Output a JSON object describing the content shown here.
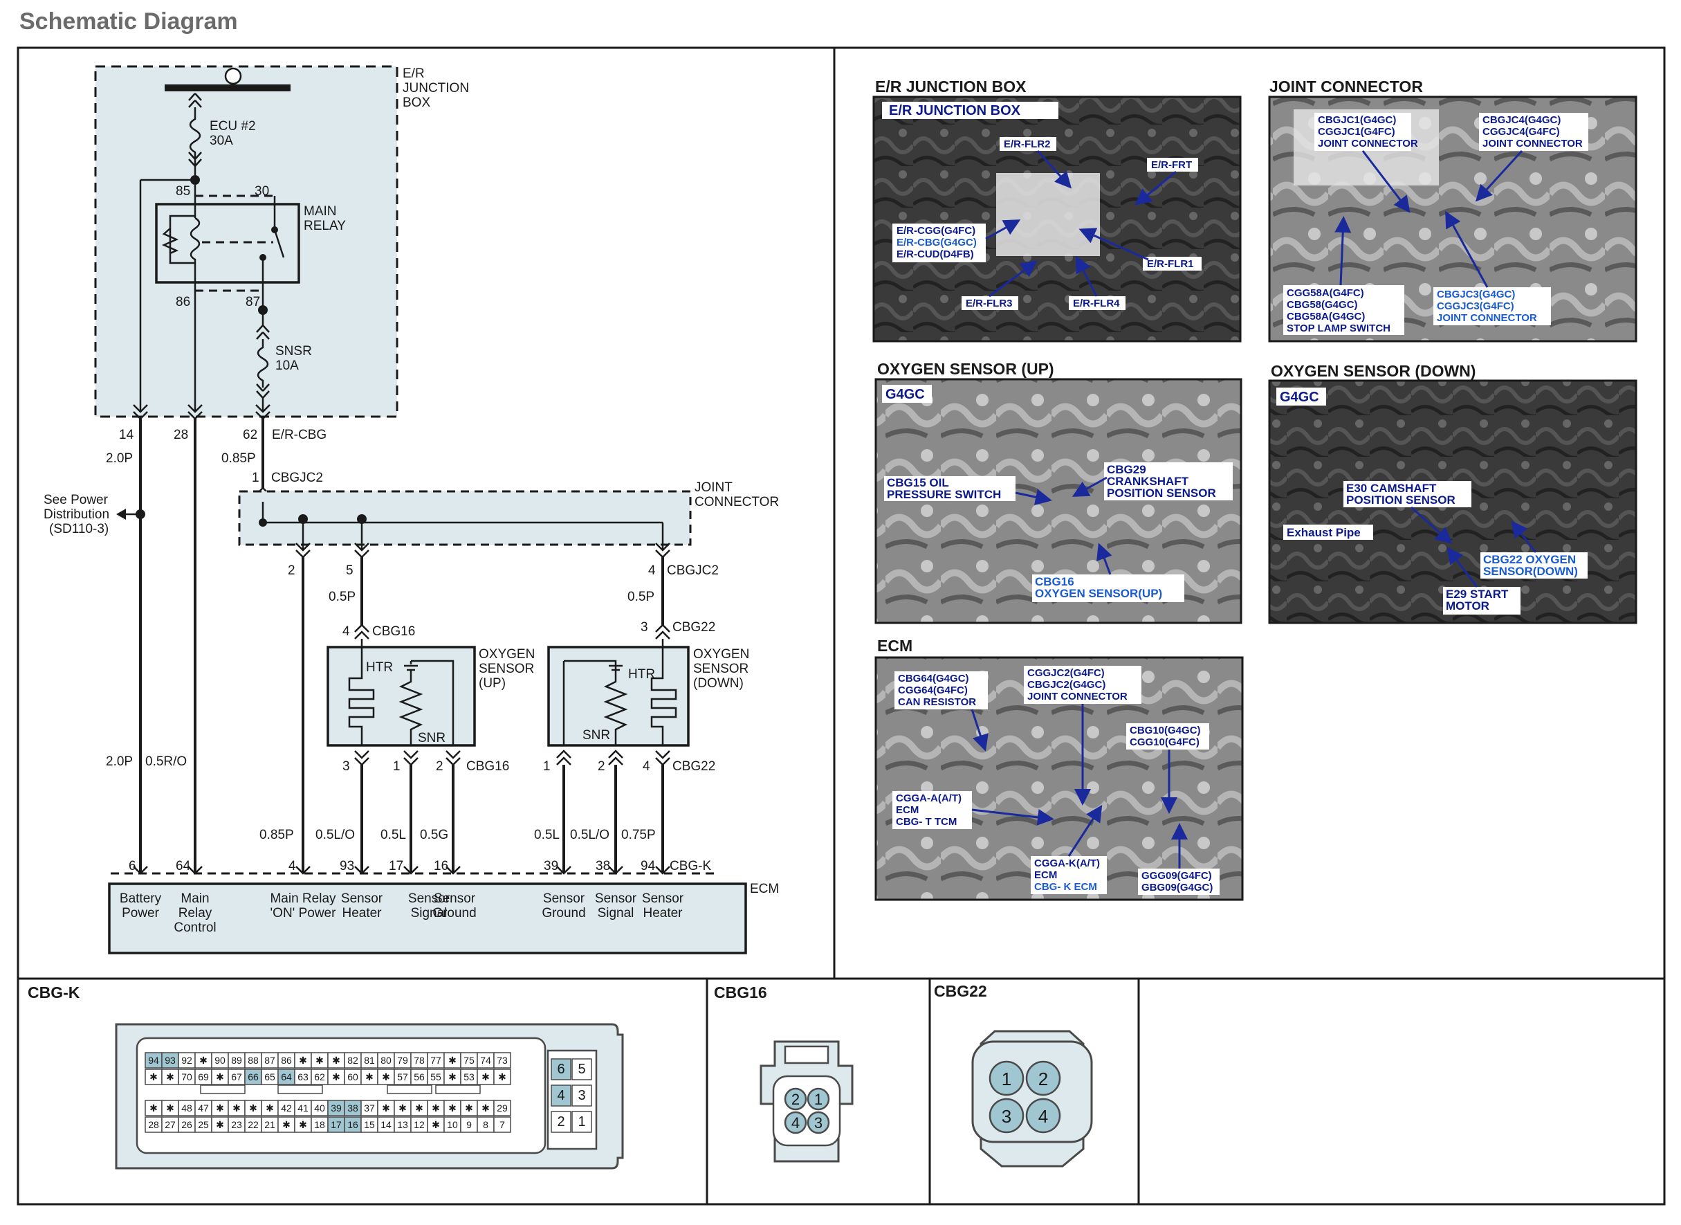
{
  "page": {
    "title": "Schematic Diagram"
  },
  "schematic": {
    "junction_box_label": [
      "E/R",
      "JUNCTION",
      "BOX"
    ],
    "fuse1": [
      "ECU #2",
      "30A"
    ],
    "fuse2": [
      "SNSR",
      "10A"
    ],
    "relay_label": [
      "MAIN",
      "RELAY"
    ],
    "relay_pins": {
      "p85": "85",
      "p30": "30",
      "p86": "86",
      "p87": "87"
    },
    "jb_pins": {
      "p14": "14",
      "p28": "28",
      "p62": "62",
      "conn": "E/R-CBG"
    },
    "wire_top": {
      "w1": "2.0P",
      "w2": "0.85P"
    },
    "cbgjc2_top": {
      "pin": "1",
      "name": "CBGJC2"
    },
    "joint_label": [
      "JOINT",
      "CONNECTOR"
    ],
    "power_dist": [
      "See Power",
      "Distribution",
      "(SD110-3)"
    ],
    "joint_pins": {
      "p2": "2",
      "p5": "5",
      "p4": "4",
      "name": "CBGJC2"
    },
    "wire_mid": {
      "w1": "0.5P",
      "w2": "0.5P"
    },
    "o2up": {
      "top_pin": "4",
      "top_conn": "CBG16",
      "label": [
        "OXYGEN",
        "SENSOR",
        "(UP)"
      ],
      "htr": "HTR",
      "snr": "SNR",
      "bottom_pins": [
        "3",
        "1",
        "2"
      ],
      "bottom_conn": "CBG16"
    },
    "o2down": {
      "top_pin": "3",
      "top_conn": "CBG22",
      "label": [
        "OXYGEN",
        "SENSOR",
        "(DOWN)"
      ],
      "htr": "HTR",
      "snr": "SNR",
      "bottom_pins": [
        "1",
        "2",
        "4"
      ],
      "bottom_conn": "CBG22"
    },
    "wire_lower": {
      "w1": "2.0P",
      "w2": "0.5R/O"
    },
    "wire_bottom": [
      "0.85P",
      "0.5L/O",
      "0.5L",
      "0.5G",
      "0.5L",
      "0.5L/O",
      "0.75P"
    ],
    "ecm_pins": [
      "6",
      "64",
      "4",
      "93",
      "17",
      "16",
      "39",
      "38",
      "94"
    ],
    "ecm_conn": "CBG-K",
    "ecm_label": "ECM",
    "ecm_fn": [
      [
        "Battery",
        "Power"
      ],
      [
        "Main",
        "Relay",
        "Control"
      ],
      [
        "Main Relay",
        "'ON' Power"
      ],
      [
        "Sensor",
        "Heater"
      ],
      [
        "Sensor",
        "Signal"
      ],
      [
        "Sensor",
        "Ground"
      ],
      [
        "Sensor",
        "Ground"
      ],
      [
        "Sensor",
        "Signal"
      ],
      [
        "Sensor",
        "Heater"
      ]
    ]
  },
  "photos": {
    "jb": {
      "heading": "E/R JUNCTION BOX",
      "banner": "E/R JUNCTION BOX",
      "c1": "E/R-FLR2",
      "c2": "E/R-FRT",
      "c3": "E/R-CGG(G4FC)",
      "c3b": "E/R-CBG(G4GC)",
      "c3c": "E/R-CUD(D4FB)",
      "c4": "E/R-FLR1",
      "c5": "E/R-FLR3",
      "c6": "E/R-FLR4"
    },
    "joint": {
      "heading": "JOINT CONNECTOR",
      "c1": [
        "CBGJC1(G4GC)",
        "CGGJC1(G4FC)",
        "JOINT CONNECTOR"
      ],
      "c2": [
        "CBGJC4(G4GC)",
        "CGGJC4(G4FC)",
        "JOINT CONNECTOR"
      ],
      "c3": [
        "CGG58A(G4FC)",
        "CBG58(G4GC)",
        "CBG58A(G4GC)",
        "STOP LAMP SWITCH"
      ],
      "c4": [
        "CBGJC3(G4GC)",
        "CGGJC3(G4FC)",
        "JOINT CONNECTOR"
      ]
    },
    "o2up": {
      "heading": "OXYGEN SENSOR (UP)",
      "banner": "G4GC",
      "c1": [
        "CBG15 OIL",
        "PRESSURE SWITCH"
      ],
      "c2": [
        "CBG29",
        "CRANKSHAFT",
        "POSITION SENSOR"
      ],
      "c3": [
        "CBG16",
        "OXYGEN SENSOR(UP)"
      ]
    },
    "o2down": {
      "heading": "OXYGEN SENSOR (DOWN)",
      "banner": "G4GC",
      "c1": [
        "E30 CAMSHAFT",
        "POSITION SENSOR"
      ],
      "c2": "Exhaust Pipe",
      "c3": [
        "CBG22 OXYGEN",
        "SENSOR(DOWN)"
      ],
      "c4": [
        "E29 START",
        "MOTOR"
      ]
    },
    "ecm": {
      "heading": "ECM",
      "c1": [
        "CBG64(G4GC)",
        "CGG64(G4FC)",
        "CAN RESISTOR"
      ],
      "c2": [
        "CGGJC2(G4FC)",
        "CBGJC2(G4GC)",
        "JOINT CONNECTOR"
      ],
      "c3": [
        "CBG10(G4GC)",
        "CGG10(G4FC)"
      ],
      "c4": [
        "CGGA-A(A/T)",
        "ECM",
        "CBG- T TCM"
      ],
      "c5": [
        "CGGA-K(A/T)",
        "ECM",
        "CBG- K ECM"
      ],
      "c6": [
        "GGG09(G4FC)",
        "GBG09(G4GC)"
      ]
    }
  },
  "connectors": {
    "cbgk": {
      "title": "CBG-K",
      "row1": [
        "94",
        "93",
        "92",
        "✱",
        "90",
        "89",
        "88",
        "87",
        "86",
        "✱",
        "✱",
        "✱",
        "82",
        "81",
        "80",
        "79",
        "78",
        "77",
        "✱",
        "75",
        "74",
        "73"
      ],
      "row2": [
        "✱",
        "✱",
        "70",
        "69",
        "✱",
        "67",
        "66",
        "65",
        "64",
        "63",
        "62",
        "✱",
        "60",
        "✱",
        "✱",
        "57",
        "56",
        "55",
        "✱",
        "53",
        "✱",
        "✱"
      ],
      "row3": [
        "✱",
        "✱",
        "48",
        "47",
        "✱",
        "✱",
        "✱",
        "✱",
        "42",
        "41",
        "40",
        "39",
        "38",
        "37",
        "✱",
        "✱",
        "✱",
        "✱",
        "✱",
        "✱",
        "✱",
        "29"
      ],
      "row4": [
        "28",
        "27",
        "26",
        "25",
        "✱",
        "23",
        "22",
        "21",
        "✱",
        "✱",
        "18",
        "17",
        "16",
        "15",
        "14",
        "13",
        "12",
        "✱",
        "10",
        "9",
        "8",
        "7"
      ],
      "side": [
        "6",
        "5",
        "4",
        "3",
        "2",
        "1"
      ],
      "hl": [
        "94",
        "93",
        "66",
        "64",
        "39",
        "38",
        "17",
        "16",
        "6",
        "4"
      ]
    },
    "cbg16": {
      "title": "CBG16",
      "pins": [
        "2",
        "1",
        "4",
        "3"
      ]
    },
    "cbg22": {
      "title": "CBG22",
      "pins": [
        "1",
        "2",
        "3",
        "4"
      ]
    }
  },
  "colors": {
    "fill": "#dde9ec",
    "pin_hl": "#9fc6d1",
    "photo_text": "#0b1a8c"
  }
}
